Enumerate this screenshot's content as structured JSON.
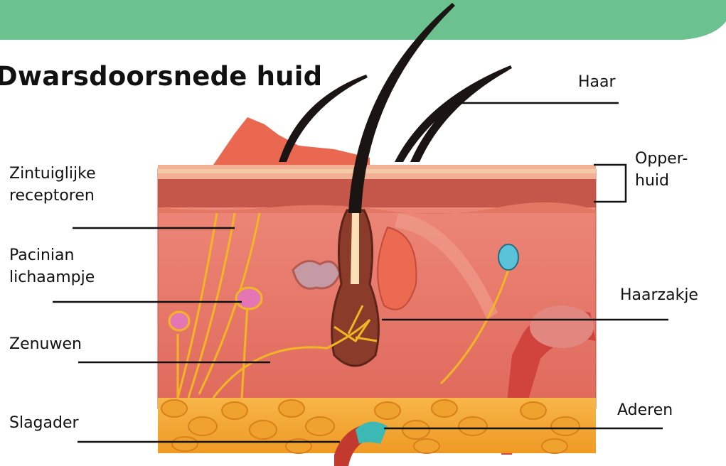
{
  "title": "Dwarsdoorsnede huid",
  "labels": {
    "haar": "Haar",
    "opperhuid": "Opper-\nhuid",
    "zintuiglijke_receptoren": "Zintuiglijke\nreceptoren",
    "pacinian_lichaampje": "Pacinian\nlichaampje",
    "haarzakje": "Haarzakje",
    "zenuwen": "Zenuwen",
    "aderen": "Aderen",
    "slagader": "Slagader"
  },
  "colors": {
    "banner": "#6cc28e",
    "epidermis": "#e58a6f",
    "dermis": "#e8776a",
    "fat": "#f5a531",
    "nerve": "#f2b624",
    "hair": "#1a1412",
    "leader_line": "#111111"
  }
}
